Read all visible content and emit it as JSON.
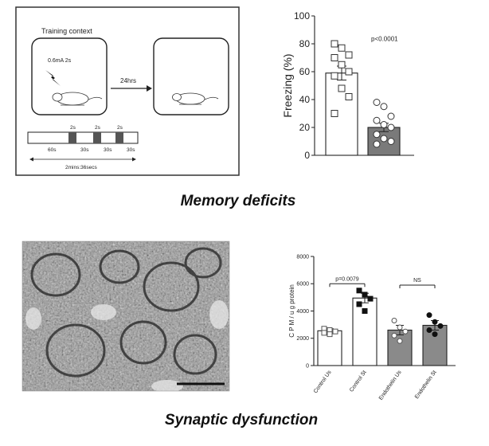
{
  "schematic": {
    "context_label": "Training context",
    "shock_label": "0.6mA 2s",
    "delay_label": "24hrs",
    "shock_marks": [
      "2s",
      "2s",
      "2s"
    ],
    "segment_labels": [
      "60s",
      "30s",
      "30s",
      "30s"
    ],
    "total_duration": "2mins:36secs"
  },
  "captions": {
    "top": "Memory deficits",
    "bottom": "Synaptic dysfunction"
  },
  "chart_data": [
    {
      "type": "bar",
      "title": "",
      "ylabel": "Freezing (%)",
      "ylim": [
        0,
        100
      ],
      "yticks": [
        0,
        20,
        40,
        60,
        80,
        100
      ],
      "categories": [
        "",
        ""
      ],
      "values": [
        59,
        20
      ],
      "errors": [
        5,
        3
      ],
      "fills": [
        "#ffffff",
        "#7a7a7a"
      ],
      "points": [
        [
          80,
          77,
          72,
          70,
          65,
          60,
          57,
          48,
          42,
          30
        ],
        [
          38,
          35,
          28,
          25,
          22,
          20,
          15,
          12,
          10,
          8
        ]
      ],
      "annotation": "p<0.0001"
    },
    {
      "type": "bar",
      "title": "",
      "ylabel": "C P M / u g protein",
      "ylim": [
        0,
        8000
      ],
      "yticks": [
        0,
        2000,
        4000,
        6000,
        8000
      ],
      "categories": [
        "Control Us",
        "Control St",
        "Endothelin Us",
        "Endothelin St"
      ],
      "values": [
        2550,
        4950,
        2600,
        2950
      ],
      "errors": [
        150,
        350,
        350,
        350
      ],
      "fills": [
        "#ffffff",
        "#ffffff",
        "#8a8a8a",
        "#8a8a8a"
      ],
      "points": [
        [
          2700,
          2600,
          2500,
          2400,
          2300
        ],
        [
          5500,
          5200,
          4900,
          4500,
          4000
        ],
        [
          3300,
          2800,
          2500,
          2200,
          1800
        ],
        [
          3700,
          3200,
          2900,
          2600,
          2300
        ]
      ],
      "comparisons": [
        {
          "from": 0,
          "to": 1,
          "label": "p=0.0079"
        },
        {
          "from": 2,
          "to": 3,
          "label": "NS"
        }
      ]
    }
  ]
}
